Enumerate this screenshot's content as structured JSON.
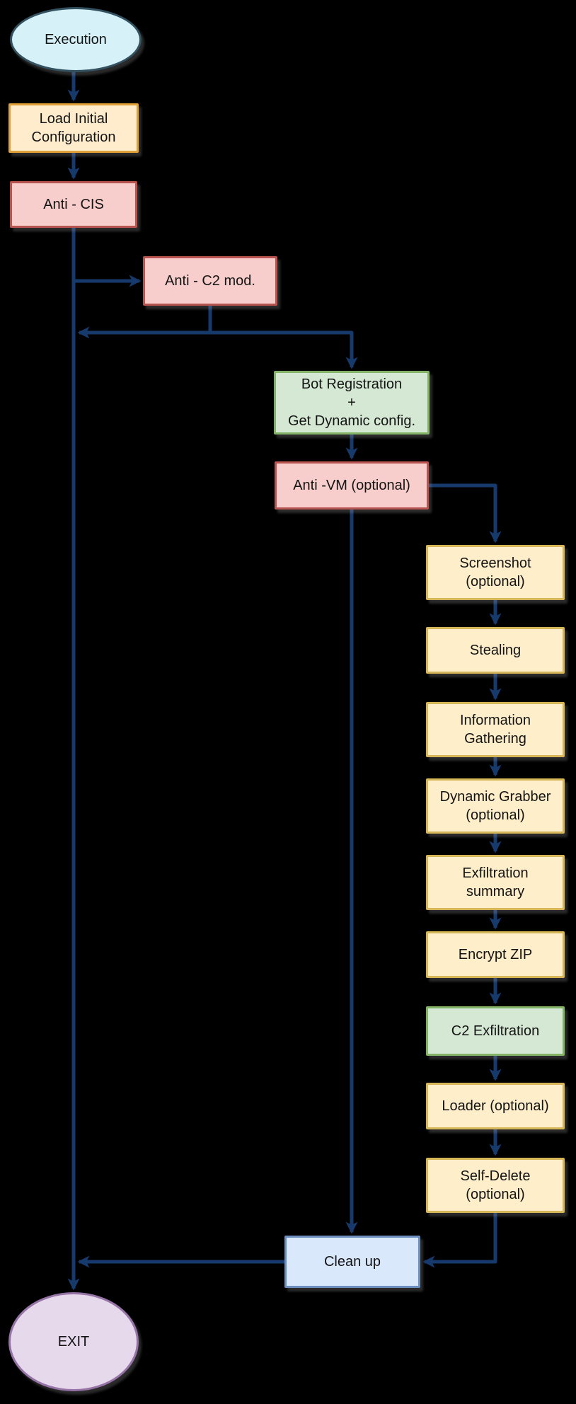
{
  "diagram": {
    "background": "#000000",
    "connector_color": "#173a6d",
    "nodes": {
      "execution": {
        "label": "Execution",
        "shape": "ellipse",
        "fill": "#d6f2f8",
        "border": "#33515e"
      },
      "load_config": {
        "label": "Load Initial\nConfiguration",
        "shape": "rect",
        "fill": "#ffeccd",
        "border": "#e0a138"
      },
      "anti_cis": {
        "label": "Anti - CIS",
        "shape": "rect",
        "fill": "#f8cecc",
        "border": "#b85450"
      },
      "anti_c2": {
        "label": "Anti - C2 mod.",
        "shape": "rect",
        "fill": "#f8cecc",
        "border": "#b85450"
      },
      "bot_registration": {
        "label": "Bot Registration\n+\nGet Dynamic config.",
        "shape": "rect",
        "fill": "#d5e8d4",
        "border": "#82b366"
      },
      "anti_vm": {
        "label": "Anti -VM (optional)",
        "shape": "rect",
        "fill": "#f8cecc",
        "border": "#b85450"
      },
      "screenshot": {
        "label": "Screenshot\n(optional)",
        "shape": "rect",
        "fill": "#ffeeca",
        "border": "#d6b656"
      },
      "stealing": {
        "label": "Stealing",
        "shape": "rect",
        "fill": "#ffeeca",
        "border": "#d6b656"
      },
      "info_gathering": {
        "label": "Information\nGathering",
        "shape": "rect",
        "fill": "#ffeeca",
        "border": "#d6b656"
      },
      "dynamic_grabber": {
        "label": "Dynamic Grabber\n(optional)",
        "shape": "rect",
        "fill": "#ffeeca",
        "border": "#d6b656"
      },
      "exfil_summary": {
        "label": "Exfiltration\nsummary",
        "shape": "rect",
        "fill": "#ffeeca",
        "border": "#d6b656"
      },
      "encrypt_zip": {
        "label": "Encrypt ZIP",
        "shape": "rect",
        "fill": "#ffeeca",
        "border": "#d6b656"
      },
      "c2_exfiltration": {
        "label": "C2 Exfiltration",
        "shape": "rect",
        "fill": "#d5e8d4",
        "border": "#82b366"
      },
      "loader": {
        "label": "Loader (optional)",
        "shape": "rect",
        "fill": "#ffeeca",
        "border": "#d6b656"
      },
      "self_delete": {
        "label": "Self-Delete\n(optional)",
        "shape": "rect",
        "fill": "#ffeeca",
        "border": "#d6b656"
      },
      "clean_up": {
        "label": "Clean up",
        "shape": "rect",
        "fill": "#dae8fc",
        "border": "#6c8ebf"
      },
      "exit": {
        "label": "EXIT",
        "shape": "ellipse",
        "fill": "#e6d9ec",
        "border": "#9673a6"
      }
    },
    "edges": [
      {
        "from": "execution",
        "to": "load_config"
      },
      {
        "from": "load_config",
        "to": "anti_cis"
      },
      {
        "from": "anti_cis",
        "to": "anti_c2"
      },
      {
        "from": "anti_cis",
        "to": "exit"
      },
      {
        "from": "anti_c2",
        "to": "bot_registration"
      },
      {
        "from": "anti_c2",
        "to": "exit"
      },
      {
        "from": "bot_registration",
        "to": "anti_vm"
      },
      {
        "from": "anti_vm",
        "to": "screenshot"
      },
      {
        "from": "anti_vm",
        "to": "clean_up"
      },
      {
        "from": "screenshot",
        "to": "stealing"
      },
      {
        "from": "stealing",
        "to": "info_gathering"
      },
      {
        "from": "info_gathering",
        "to": "dynamic_grabber"
      },
      {
        "from": "dynamic_grabber",
        "to": "exfil_summary"
      },
      {
        "from": "exfil_summary",
        "to": "encrypt_zip"
      },
      {
        "from": "encrypt_zip",
        "to": "c2_exfiltration"
      },
      {
        "from": "c2_exfiltration",
        "to": "loader"
      },
      {
        "from": "loader",
        "to": "self_delete"
      },
      {
        "from": "self_delete",
        "to": "clean_up"
      },
      {
        "from": "clean_up",
        "to": "exit"
      }
    ]
  }
}
